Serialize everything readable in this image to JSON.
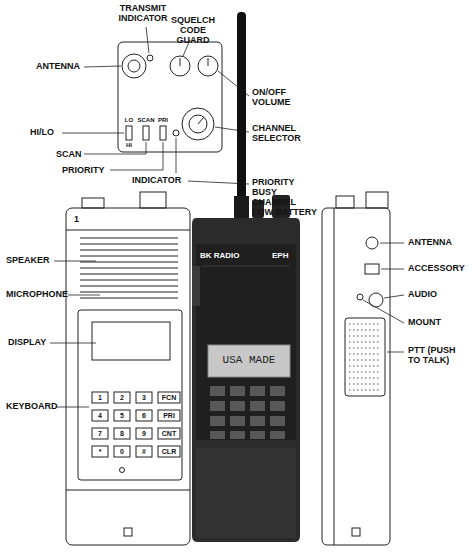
{
  "diagram": {
    "labels": [
      "TRANSMIT INDICATOR",
      "SQUELCH CODE GUARD",
      "ANTENNA",
      "ON/OFF VOLUME",
      "LO",
      "SCAN",
      "PRI",
      "HI",
      "CHANNEL SELECTOR",
      "HI/LO",
      "SCAN",
      "PRIORITY",
      "INDICATOR",
      "PRIORITY BUSY CHANNEL LOW BATTERY",
      "1",
      "SPEAKER",
      "BK RADIO",
      "EPH",
      "ANTENNA",
      "ACCESSORY",
      "MICROPHONE",
      "AUDIO",
      "MOUNT",
      "DISPLAY",
      "USA MADE",
      "PTT (PUSH TO TALK)",
      "1",
      "2",
      "3",
      "FCN",
      "4",
      "5",
      "6",
      "PRI",
      "7",
      "8",
      "9",
      "CNT",
      "*",
      "0",
      "#",
      "CLR",
      "KEYBOARD"
    ]
  }
}
